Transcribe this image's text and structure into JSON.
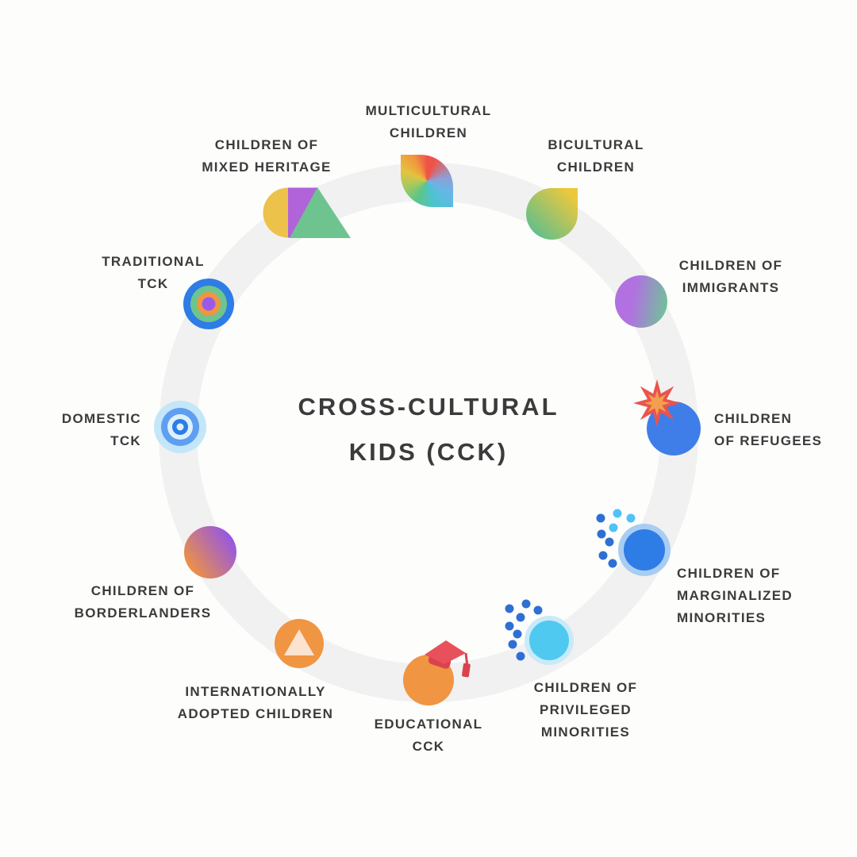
{
  "title": {
    "text": "CROSS-CULTURAL\nKIDS (CCK)",
    "color": "#3b3b3b"
  },
  "items": [
    {
      "label": "MULTICULTURAL\nCHILDREN",
      "icon": "rainbow-leaf"
    },
    {
      "label": "BICULTURAL\nCHILDREN",
      "icon": "yellow-green-drop"
    },
    {
      "label": "CHILDREN OF\nIMMIGRANTS",
      "icon": "purple-green-circle"
    },
    {
      "label": "CHILDREN\nOF REFUGEES",
      "icon": "blue-circle-with-burst"
    },
    {
      "label": "CHILDREN OF\nMARGINALIZED\nMINORITIES",
      "icon": "blue-haloed-circle-with-dots"
    },
    {
      "label": "CHILDREN OF\nPRIVILEGED\nMINORITIES",
      "icon": "cyan-haloed-circle-with-dots"
    },
    {
      "label": "EDUCATIONAL\nCCK",
      "icon": "orange-circle-with-grad-cap"
    },
    {
      "label": "INTERNATIONALLY\nADOPTED CHILDREN",
      "icon": "orange-circle-with-triangle"
    },
    {
      "label": "CHILDREN OF\nBORDERLANDERS",
      "icon": "orange-purple-circle"
    },
    {
      "label": "DOMESTIC\nTCK",
      "icon": "blue-bullseye"
    },
    {
      "label": "TRADITIONAL\nTCK",
      "icon": "multicolor-bullseye"
    },
    {
      "label": "CHILDREN OF\nMIXED HERITAGE",
      "icon": "semicircle-square-triangle"
    }
  ],
  "palette": {
    "background": "#fdfdfc",
    "ring": "#f1f1f1",
    "label_text": "#3b3b3b",
    "blue": "#2e7ce6",
    "royal_blue": "#3f7ee8",
    "mid_blue": "#5f9ef1",
    "pale_blue": "#c3e6f8",
    "ice_blue": "#ddf1fc",
    "halo_blue": "#a9cdf2",
    "halo_cyan": "#c9eaf8",
    "cyan": "#4fc9f0",
    "dot_dark_blue": "#2e6fd4",
    "dot_light_blue": "#4fc3f7",
    "orange": "#f09542",
    "burst_orange": "#f2a04e",
    "red": "#e8554d",
    "cap_red": "#e8505b",
    "cap_red_dark": "#d9434f",
    "green": "#6ec48f",
    "yellow": "#edc24a",
    "purple": "#b163d9",
    "violet": "#9b59e8",
    "cream_triangle": "#fbe3cf",
    "leaf_conic": [
      "#ef5348",
      "#8e9fd6",
      "#66b7e6",
      "#4cc3cf",
      "#5dc584",
      "#a5c960",
      "#e5c23f",
      "#f0973e"
    ],
    "drop_gradient": [
      "#ecc83d",
      "#5fbf8d"
    ],
    "immigrants_gradient": [
      "#b171e1",
      "#6cc795"
    ],
    "borderlanders_gradient": [
      "#ef9340",
      "#9355e8"
    ]
  }
}
